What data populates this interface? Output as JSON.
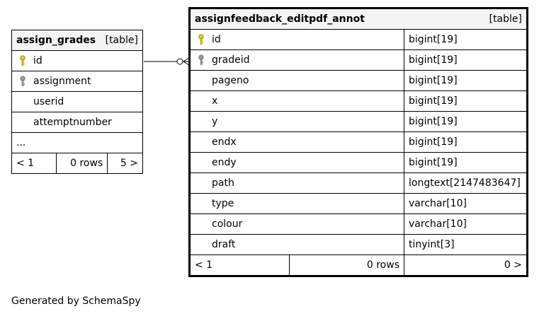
{
  "tables": {
    "assign_grades": {
      "name": "assign_grades",
      "kind": "[table]",
      "columns": [
        {
          "name": "id",
          "key": "primary"
        },
        {
          "name": "assignment",
          "key": "foreign"
        },
        {
          "name": "userid",
          "key": "none"
        },
        {
          "name": "attemptnumber",
          "key": "none"
        }
      ],
      "ellipsis": "...",
      "footer": {
        "left": "< 1",
        "mid": "0 rows",
        "right": "5 >"
      }
    },
    "assignfeedback_editpdf_annot": {
      "name": "assignfeedback_editpdf_annot",
      "kind": "[table]",
      "columns": [
        {
          "name": "id",
          "type": "bigint[19]",
          "key": "primary"
        },
        {
          "name": "gradeid",
          "type": "bigint[19]",
          "key": "foreign"
        },
        {
          "name": "pageno",
          "type": "bigint[19]",
          "key": "none"
        },
        {
          "name": "x",
          "type": "bigint[19]",
          "key": "none"
        },
        {
          "name": "y",
          "type": "bigint[19]",
          "key": "none"
        },
        {
          "name": "endx",
          "type": "bigint[19]",
          "key": "none"
        },
        {
          "name": "endy",
          "type": "bigint[19]",
          "key": "none"
        },
        {
          "name": "path",
          "type": "longtext[2147483647]",
          "key": "none"
        },
        {
          "name": "type",
          "type": "varchar[10]",
          "key": "none"
        },
        {
          "name": "colour",
          "type": "varchar[10]",
          "key": "none"
        },
        {
          "name": "draft",
          "type": "tinyint[3]",
          "key": "none"
        }
      ],
      "footer": {
        "left": "< 1",
        "mid": "0 rows",
        "right": "0 >"
      }
    }
  },
  "caption": "Generated by SchemaSpy",
  "colors": {
    "primary_key": "#e6d600",
    "foreign_key": "#9e9e9e",
    "header_bg": "#f4f4f4"
  }
}
